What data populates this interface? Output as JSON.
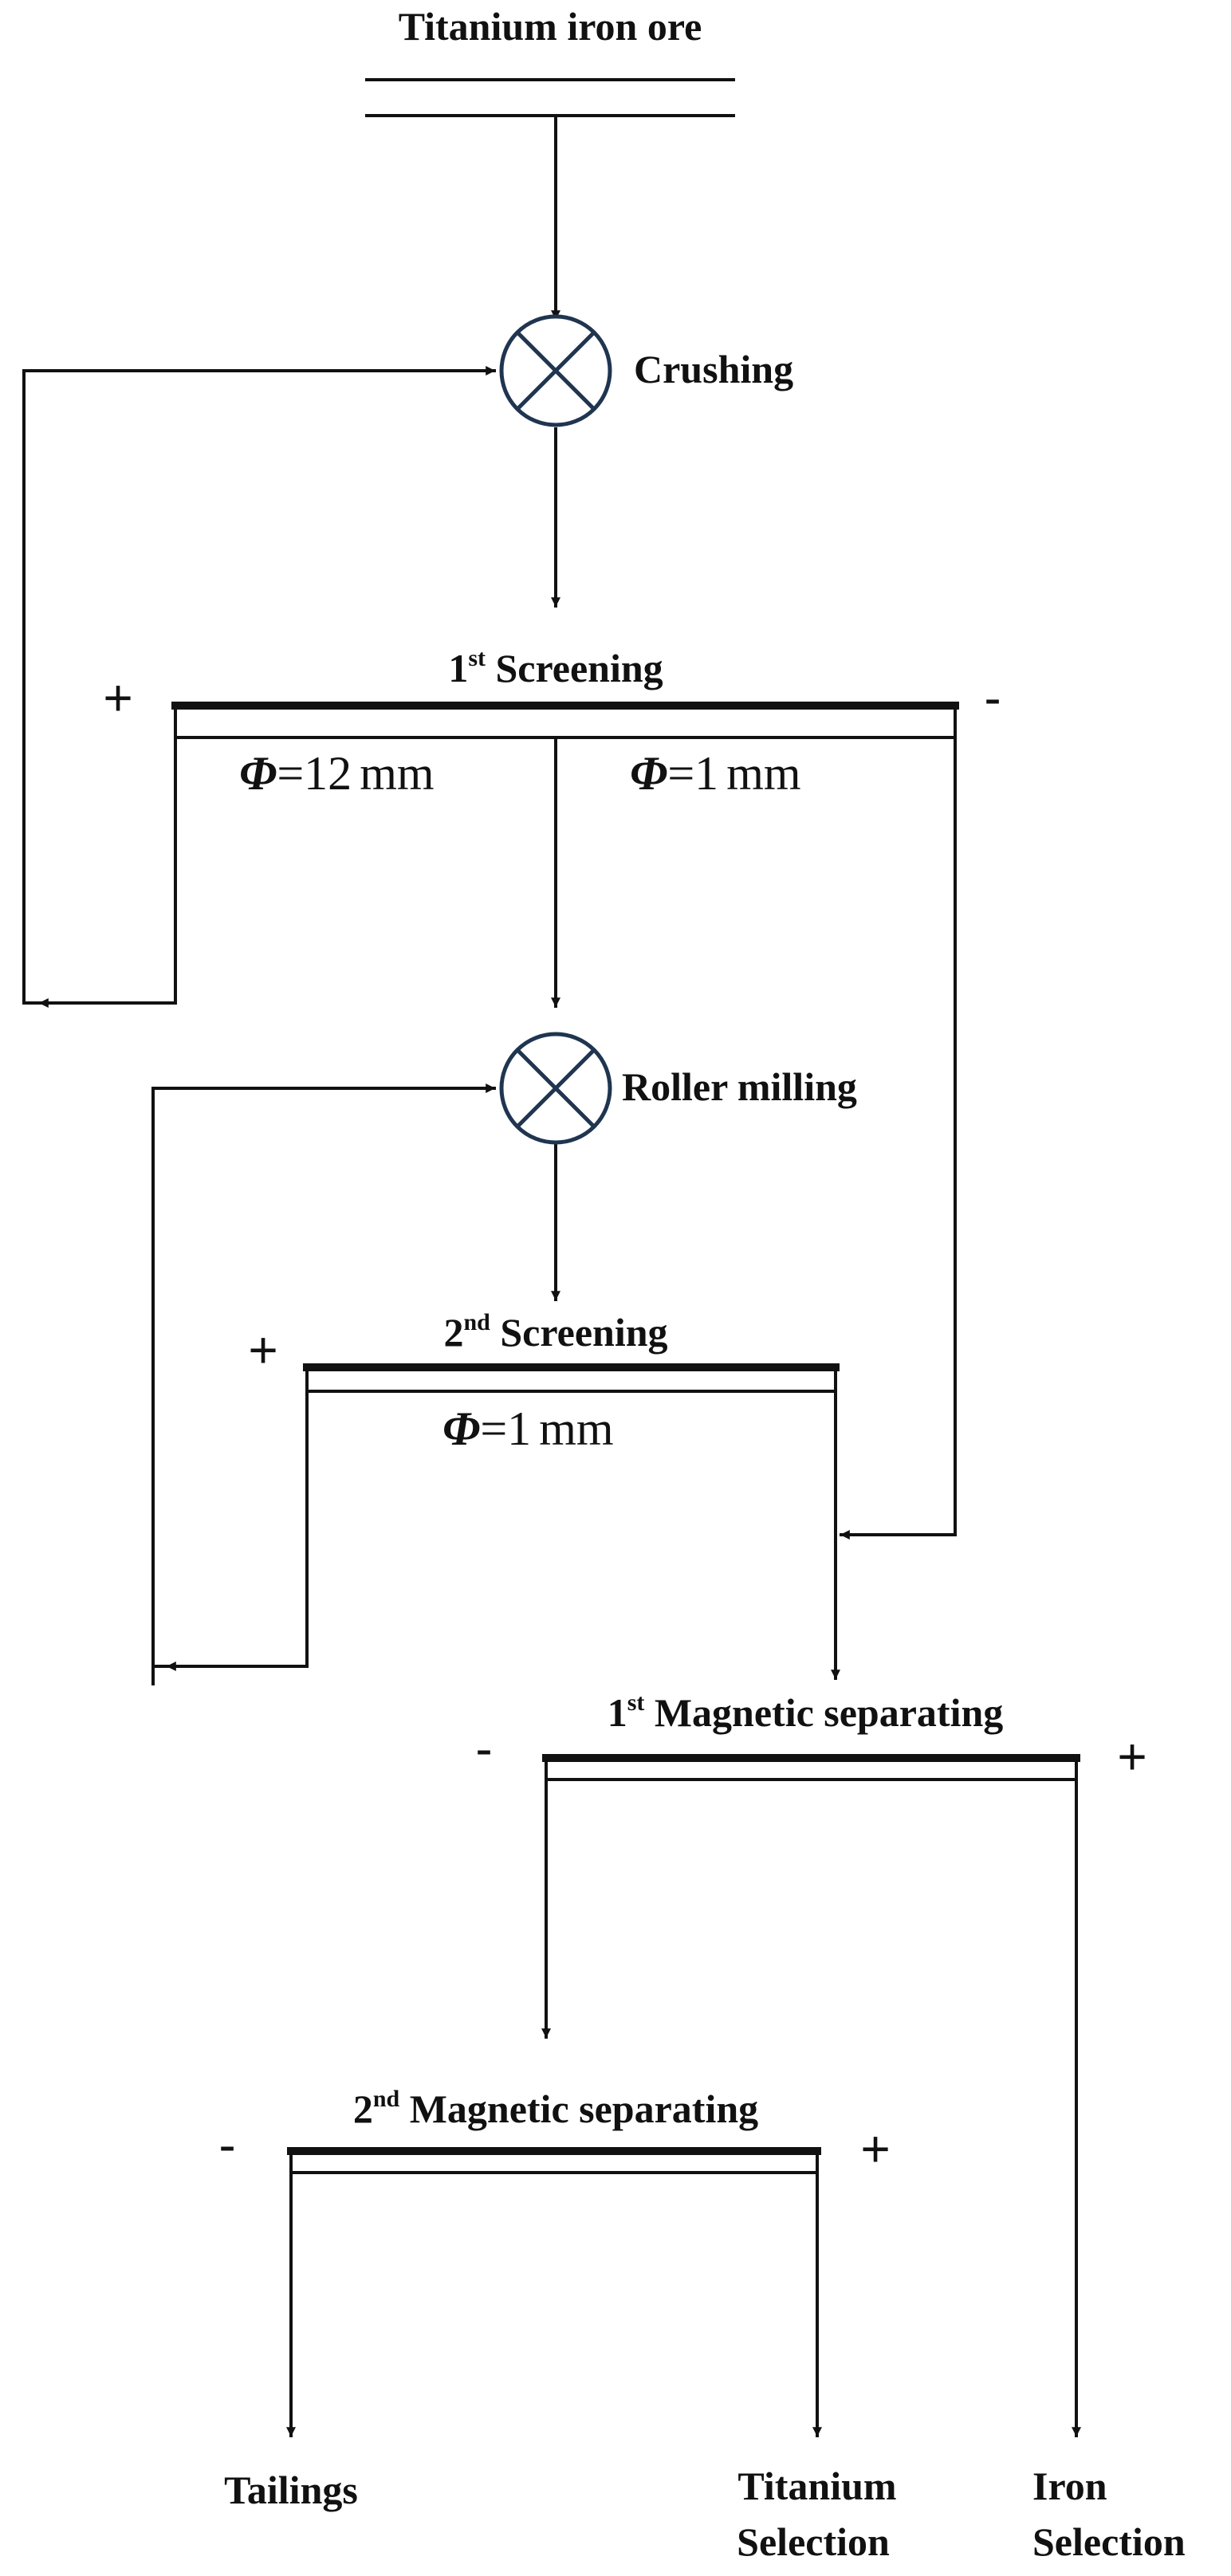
{
  "colors": {
    "line": "#111111",
    "node_stroke": "#1f3550",
    "background": "#ffffff"
  },
  "feed": {
    "label": "Titanium iron ore"
  },
  "crushing": {
    "label": "Crushing",
    "icon": "crossed-circle-icon"
  },
  "screening1": {
    "num": "1",
    "sup": "st",
    "label": " Screening",
    "plus": "+",
    "minus": "-",
    "mesh_left": {
      "symbol": "Φ",
      "value": "=12",
      "unit": "mm"
    },
    "mesh_right": {
      "symbol": "Φ",
      "value": "=1",
      "unit": "mm"
    }
  },
  "roller": {
    "label": "Roller milling",
    "icon": "crossed-circle-icon"
  },
  "screening2": {
    "num": "2",
    "sup": "nd",
    "label": " Screening",
    "plus": "+",
    "mesh": {
      "symbol": "Φ",
      "value": "=1",
      "unit": "mm"
    }
  },
  "magnetic1": {
    "num": "1",
    "sup": "st",
    "label": " Magnetic separating",
    "minus": "-",
    "plus": "+"
  },
  "magnetic2": {
    "num": "2",
    "sup": "nd",
    "label": " Magnetic separating",
    "minus": "-",
    "plus": "+"
  },
  "products": {
    "tailings": "Tailings",
    "titanium_line1": "Titanium",
    "titanium_line2": "Selection",
    "iron_line1": "Iron",
    "iron_line2": "Selection"
  }
}
